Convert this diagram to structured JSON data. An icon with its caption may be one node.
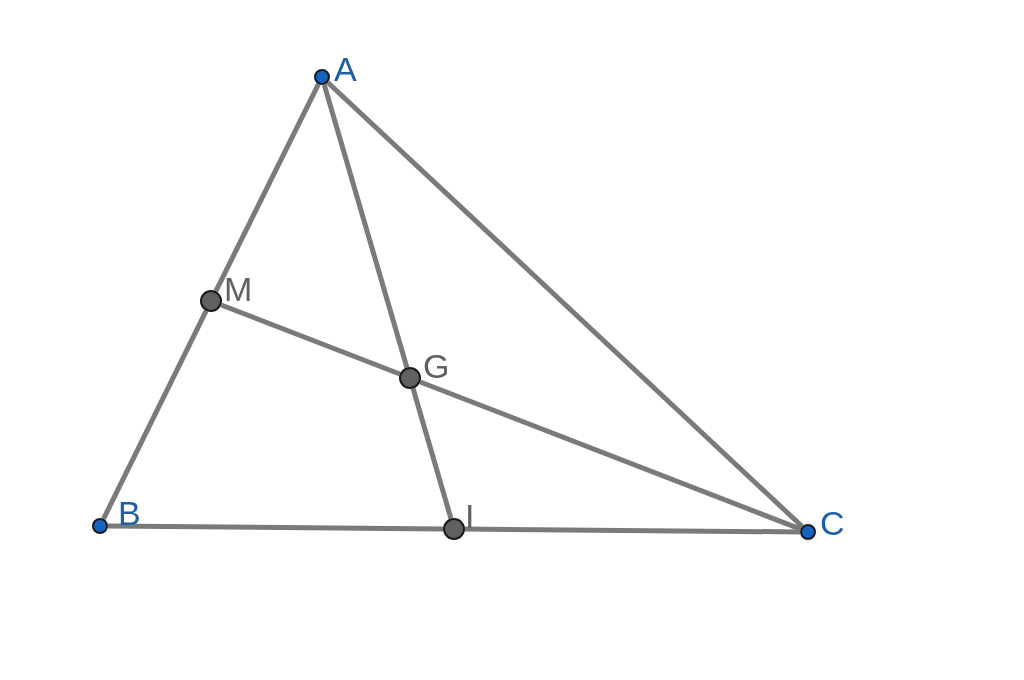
{
  "diagram": {
    "nodes": [
      {
        "text": [],
        "shape": "circle",
        "beside": [
          "A"
        ]
      },
      {
        "text": [],
        "shape": "circle",
        "beside": [
          "M"
        ]
      },
      {
        "text": [],
        "shape": "circle",
        "beside": [
          "G"
        ]
      },
      {
        "text": [],
        "shape": "circle",
        "beside": [
          "B"
        ]
      },
      {
        "text": [],
        "shape": "circle",
        "beside": [
          "I"
        ]
      },
      {
        "text": [],
        "shape": "circle",
        "beside": [
          "C"
        ]
      }
    ],
    "edges": [
      {
        "from": 0,
        "to": 1,
        "arrow": "none"
      },
      {
        "from": 1,
        "to": 3,
        "arrow": "none"
      },
      {
        "from": 0,
        "to": 2,
        "arrow": "none"
      },
      {
        "from": 2,
        "to": 4,
        "arrow": "none"
      },
      {
        "from": 1,
        "to": 2,
        "arrow": "none"
      },
      {
        "from": 2,
        "to": 5,
        "arrow": "none"
      },
      {
        "from": 3,
        "to": 4,
        "arrow": "none"
      },
      {
        "from": 4,
        "to": 5,
        "arrow": "none"
      },
      {
        "from": 0,
        "to": 5,
        "arrow": "none"
      }
    ]
  }
}
